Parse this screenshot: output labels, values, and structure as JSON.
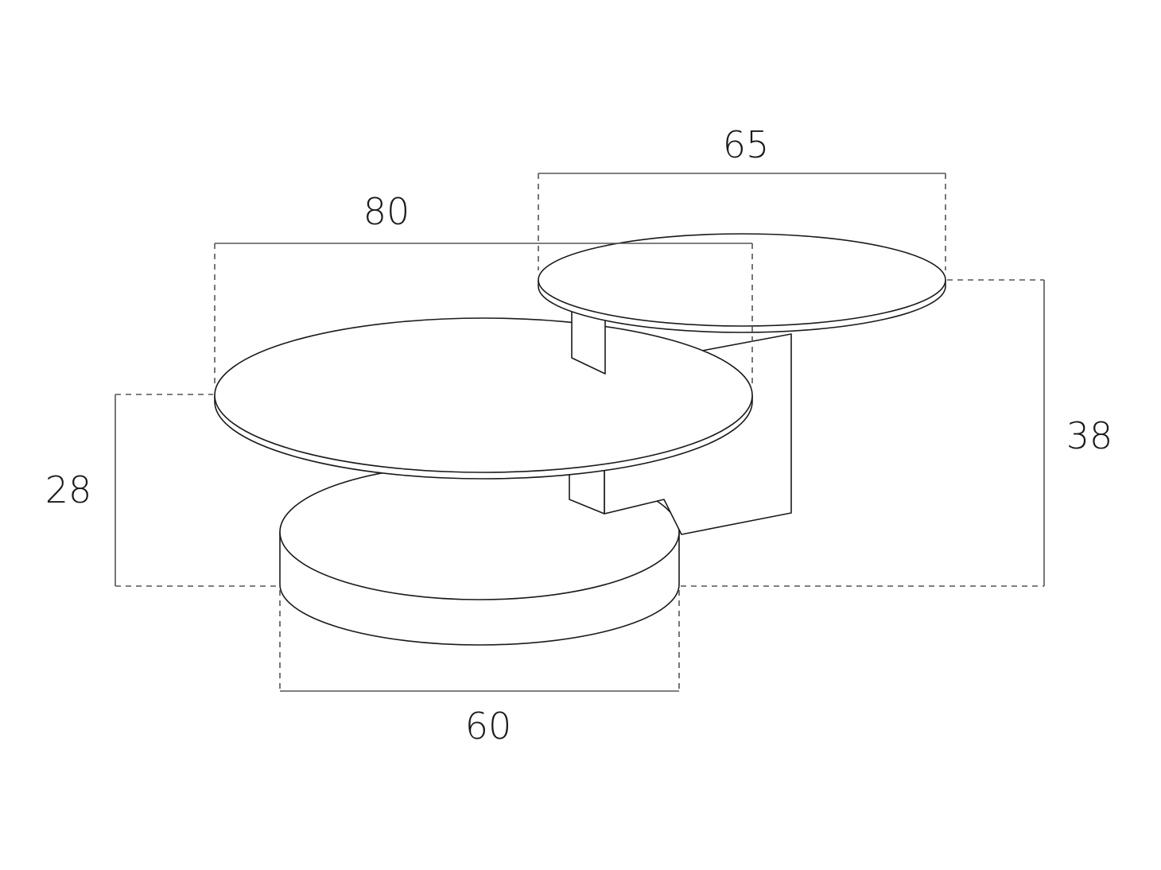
{
  "dimensions": {
    "top_tray_width": "65",
    "middle_tray_width": "80",
    "base_width": "60",
    "middle_height": "28",
    "total_height": "38"
  },
  "colors": {
    "line": "#1a1a1a",
    "dimension_line": "#555555",
    "background": "#ffffff"
  }
}
